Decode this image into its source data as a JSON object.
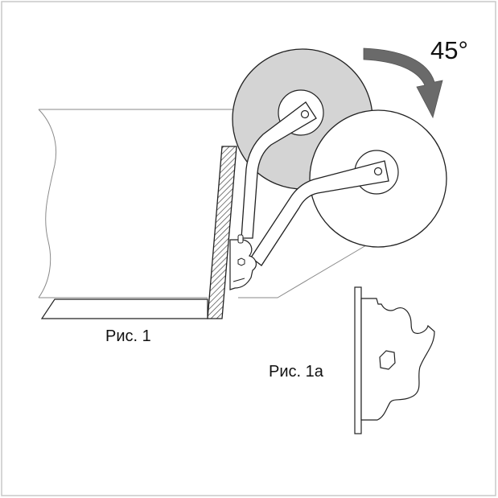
{
  "figure": {
    "angle_label": "45°",
    "caption_main": "Рис. 1",
    "caption_detail": "Рис. 1а"
  },
  "colors": {
    "disc_raised_fill": "#d4d4d4",
    "disc_lowered_fill": "#ffffff",
    "arrow_fill": "#6a6a6a",
    "line_stroke": "#222222",
    "body_outline": "#8a8a8a"
  }
}
